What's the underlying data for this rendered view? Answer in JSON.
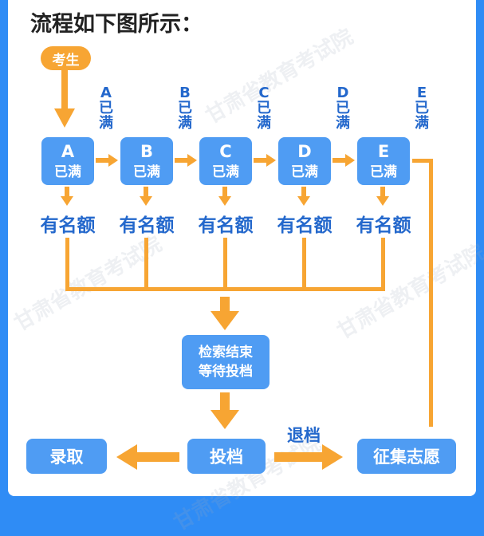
{
  "title": "流程如下图所示：",
  "start": {
    "label": "考生"
  },
  "nodes": [
    {
      "letter": "A",
      "status": "已满",
      "quota": "有名额",
      "side_letter": "A",
      "side_chars": [
        "已",
        "满"
      ]
    },
    {
      "letter": "B",
      "status": "已满",
      "quota": "有名额",
      "side_letter": "B",
      "side_chars": [
        "已",
        "满"
      ]
    },
    {
      "letter": "C",
      "status": "已满",
      "quota": "有名额",
      "side_letter": "C",
      "side_chars": [
        "已",
        "满"
      ]
    },
    {
      "letter": "D",
      "status": "已满",
      "quota": "有名额",
      "side_letter": "D",
      "side_chars": [
        "已",
        "满"
      ]
    },
    {
      "letter": "E",
      "status": "已满",
      "quota": "有名额",
      "side_letter": "E",
      "side_chars": [
        "已",
        "满"
      ]
    }
  ],
  "retrieve": {
    "line1": "检索结束",
    "line2": "等待投档"
  },
  "bottom": {
    "admit": "录取",
    "submit": "投档",
    "collect": "征集志愿",
    "return_label": "退档"
  },
  "watermark": "甘肃省教育考试院",
  "colors": {
    "accent": "#f7a533",
    "box": "#4f9cf3",
    "text_blue": "#2468cc",
    "frame": "#2f8cf5"
  }
}
